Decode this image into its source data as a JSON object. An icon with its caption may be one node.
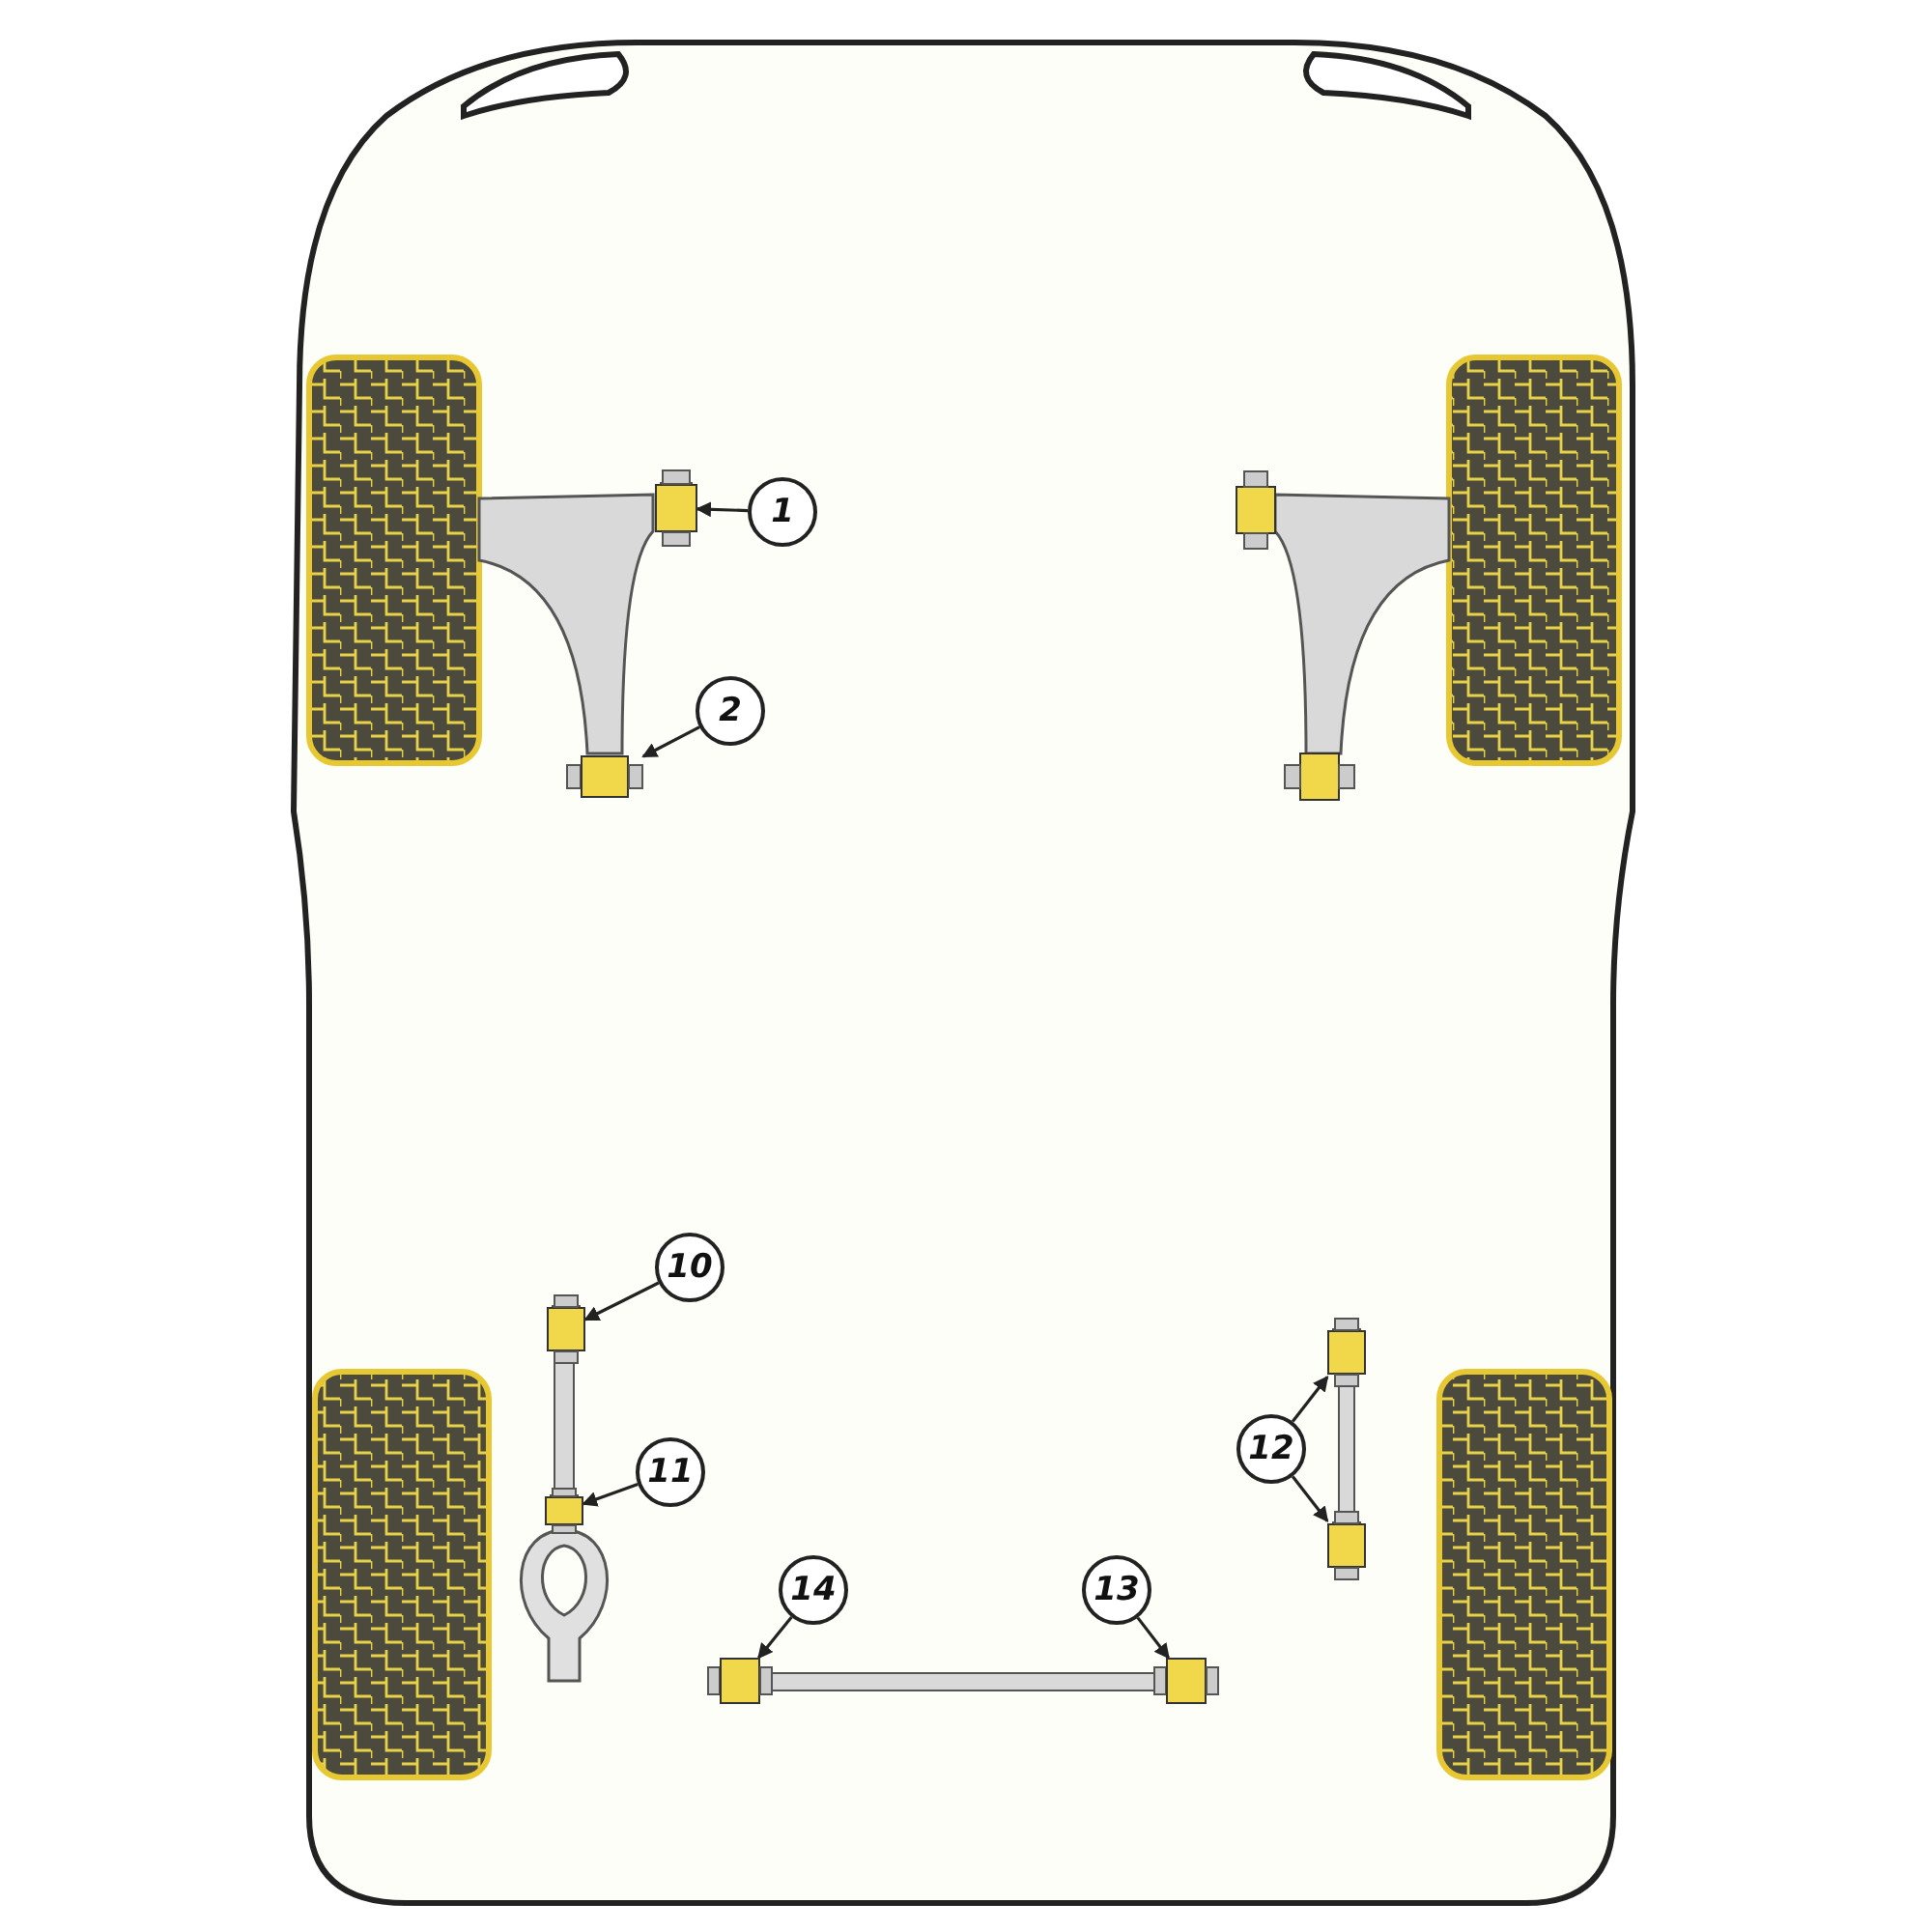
{
  "diagram": {
    "nodes": [
      {
        "text": [
          "1"
        ]
      },
      {
        "text": [],
        "shape": "box"
      },
      {
        "text": [
          "2"
        ]
      },
      {
        "text": [],
        "shape": "box"
      },
      {
        "text": [
          "10"
        ]
      },
      {
        "text": [],
        "shape": "box"
      },
      {
        "text": [
          "11"
        ]
      },
      {
        "text": [],
        "shape": "box"
      },
      {
        "text": [
          "12"
        ]
      },
      {
        "text": [],
        "shape": "box"
      },
      {
        "text": [],
        "shape": "box"
      },
      {
        "text": [
          "14"
        ]
      },
      {
        "text": [],
        "shape": "box"
      },
      {
        "text": [
          "13"
        ]
      },
      {
        "text": [],
        "shape": "box"
      }
    ],
    "edges": [
      {
        "from": 0,
        "to": 1,
        "arrow": "to"
      },
      {
        "from": 2,
        "to": 3,
        "arrow": "to"
      },
      {
        "from": 4,
        "to": 5,
        "arrow": "to"
      },
      {
        "from": 6,
        "to": 7,
        "arrow": "to"
      },
      {
        "from": 8,
        "to": 9,
        "arrow": "to"
      },
      {
        "from": 8,
        "to": 10,
        "arrow": "to"
      },
      {
        "from": 11,
        "to": 12,
        "arrow": "to"
      },
      {
        "from": 13,
        "to": 14,
        "arrow": "to"
      }
    ]
  }
}
